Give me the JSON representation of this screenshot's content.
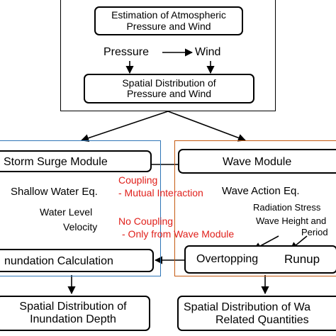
{
  "top": {
    "estimation_line1": "Estimation of Atmospheric",
    "estimation_line2": "Pressure and Wind",
    "pressure": "Pressure",
    "wind": "Wind",
    "spatial_line1": "Spatial Distribution of",
    "spatial_line2": "Pressure and Wind"
  },
  "left": {
    "module": "Storm Surge Module",
    "equation": "Shallow Water Eq.",
    "output1": "Water Level",
    "output2": "Velocity",
    "inundation": "nundation Calculation",
    "result_line1": "Spatial Distribution of",
    "result_line2": "Inundation Depth"
  },
  "right": {
    "module": "Wave Module",
    "equation": "Wave Action Eq.",
    "output1": "Radiation Stress",
    "output2": "Wave Height and",
    "output3": "Period",
    "overtopping": "Overtopping",
    "runup": "Runup",
    "result_line1": "Spatial Distribution of Wa",
    "result_line2": "Related Quantities"
  },
  "coupling": {
    "coupling": "Coupling",
    "mutual": "- Mutual Interaction",
    "no_coupling": "No Coupling",
    "only_wave": "- Only from Wave Module"
  },
  "colors": {
    "left_border": "#2e75b6",
    "right_border": "#c55a11",
    "red_text": "#e0201b"
  }
}
